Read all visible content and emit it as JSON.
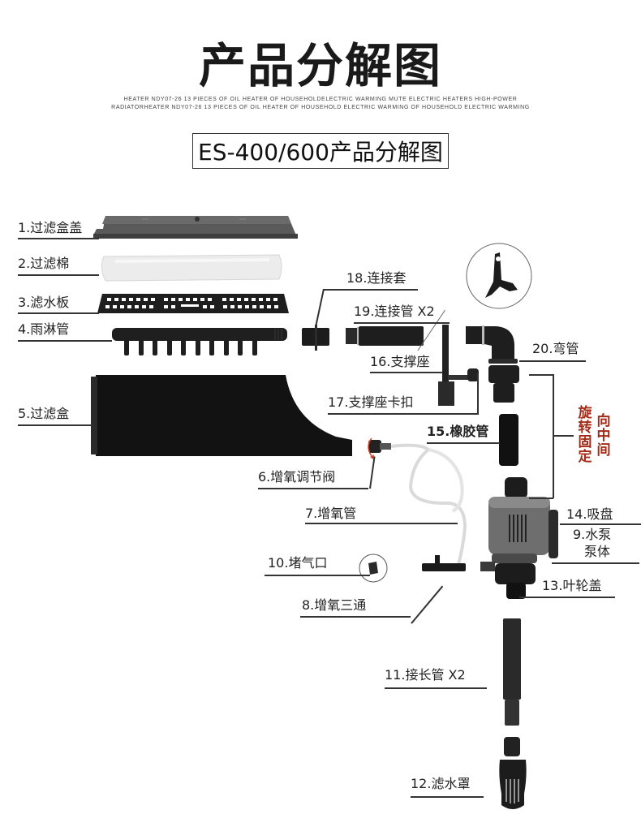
{
  "header": {
    "title": "产品分解图",
    "subtitle_en": "HEATER NDY07-26 13 PIECES OF OIL HEATER OF HOUSEHOLDELECTRIC WARMING MUTE ELECTRIC HEATERS HIGH-POWER RADIATORHEATER NDY07-26 13 PIECES OF OIL HEATER OF HOUSEHOLD ELECTRIC WARMING OF HOUSEHOLD ELECTRIC WARMING",
    "model_title": "ES-400/600产品分解图"
  },
  "parts": {
    "p1": "1.过滤盒盖",
    "p2": "2.过滤棉",
    "p3": "3.滤水板",
    "p4": "4.雨淋管",
    "p5": "5.过滤盒",
    "p6": "6.增氧调节阀",
    "p7": "7.增氧管",
    "p8": "8.增氧三通",
    "p9a": "9.水泵",
    "p9b": "泵体",
    "p10": "10.堵气口",
    "p11": "11.接长管 X2",
    "p12": "12.滤水罩",
    "p13": "13.叶轮盖",
    "p14": "14.吸盘",
    "p15": "15.橡胶管",
    "p16": "16.支撑座",
    "p17": "17.支撑座卡扣",
    "p18": "18.连接套",
    "p19": "19.连接管 X2",
    "p20": "20.弯管"
  },
  "note": {
    "col1": [
      "旋",
      "转",
      "固",
      "定"
    ],
    "col2": [
      "向",
      "中",
      "间"
    ],
    "color": "#a42a17"
  }
}
